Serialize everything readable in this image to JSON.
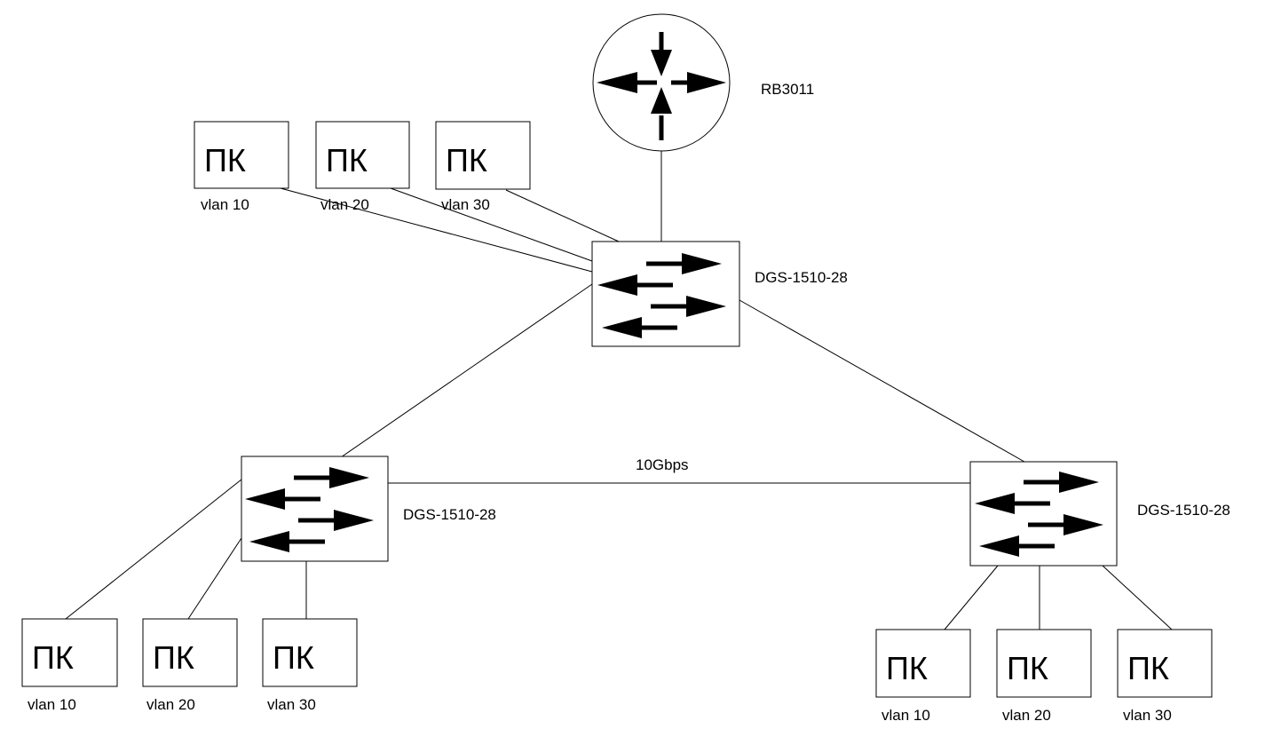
{
  "router": {
    "label": "RB3011"
  },
  "core_switch": {
    "label": "DGS-1510-28"
  },
  "left_switch": {
    "label": "DGS-1510-28"
  },
  "right_switch": {
    "label": "DGS-1510-28"
  },
  "trunk_link": {
    "label": "10Gbps"
  },
  "pc_label": "ПК",
  "vlans": [
    "vlan 10",
    "vlan 20",
    "vlan 30"
  ],
  "colors": {
    "line": "#000000",
    "background": "#ffffff"
  },
  "icons": {
    "router": "router-icon",
    "switch": "switch-icon",
    "pc": "pc-box"
  }
}
